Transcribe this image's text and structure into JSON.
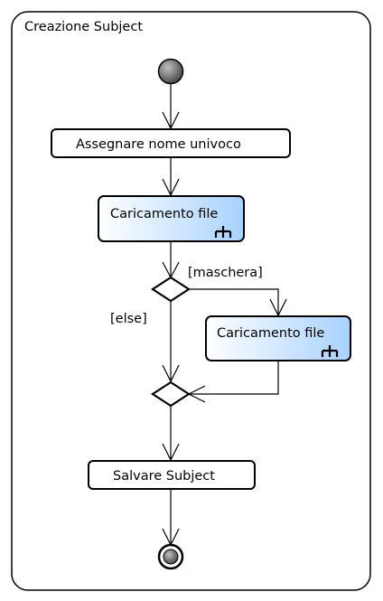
{
  "frame": {
    "title": "Creazione Subject"
  },
  "actions": {
    "assign_name": "Assegnare nome univoco",
    "upload_file_1": "Caricamento file",
    "upload_file_2": "Caricamento file",
    "save_subject": "Salvare Subject"
  },
  "guards": {
    "mask": "[maschera]",
    "else": "[else]"
  },
  "colors": {
    "call_action_gradient_start": "#ffffff",
    "call_action_gradient_end": "#a8d2ff",
    "start_node_gradient_start": "#bfbfbf",
    "start_node_gradient_end": "#3a3a3a"
  },
  "icons": {
    "call_behavior": "rake-icon"
  }
}
